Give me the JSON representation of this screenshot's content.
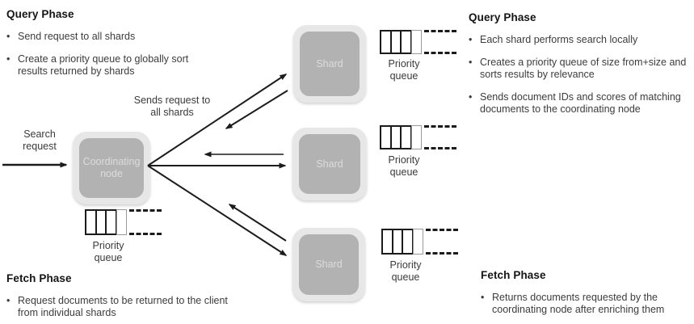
{
  "sections": {
    "query_left": {
      "heading": "Query Phase",
      "bullets": [
        "Send request to all shards",
        "Create a priority queue to globally sort results returned by shards"
      ]
    },
    "query_right": {
      "heading": "Query Phase",
      "bullets": [
        "Each shard performs search locally",
        "Creates a priority queue of size from+size and sorts results by relevance",
        "Sends document IDs and scores of matching documents to the coordinating node"
      ]
    },
    "fetch_left": {
      "heading": "Fetch Phase",
      "bullets": [
        "Request documents to be returned to the client from individual shards"
      ]
    },
    "fetch_right": {
      "heading": "Fetch Phase",
      "bullets": [
        "Returns documents requested by the coordinating node after enriching them"
      ]
    }
  },
  "diagram": {
    "coordinating_node": "Coordinating node",
    "shards": [
      "Shard",
      "Shard",
      "Shard"
    ],
    "priority_queue": "Priority queue",
    "search_request": "Search request",
    "sends_request": "Sends request to all shards"
  },
  "colors": {
    "node_outer": "#e7e7e7",
    "node_inner": "#b2b2b2",
    "node_text": "#dcdcdc",
    "arrow": "#1c1c1c",
    "body_text": "#3c3c3c",
    "heading_text": "#141414"
  }
}
